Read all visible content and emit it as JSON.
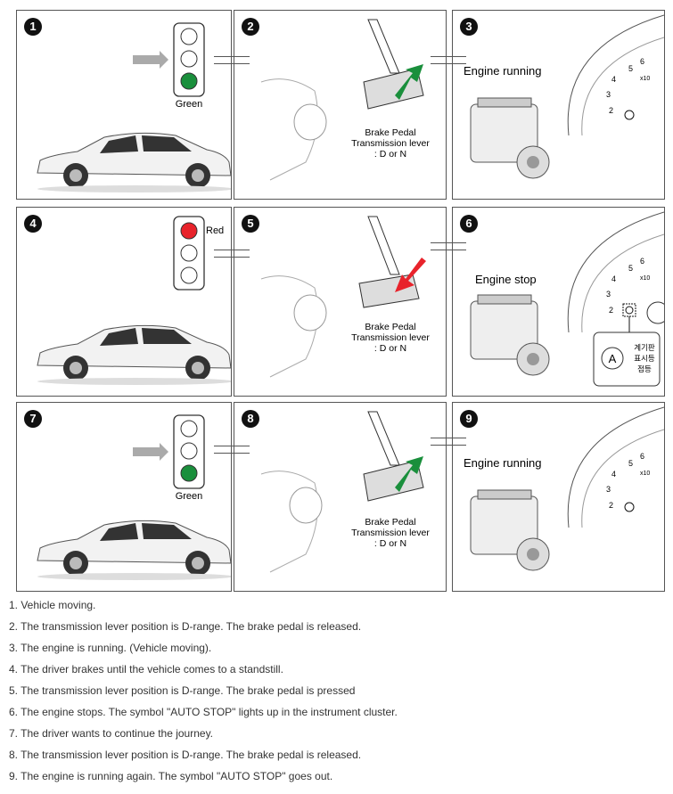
{
  "panels": [
    {
      "num": "1",
      "light_label": "Green"
    },
    {
      "num": "2",
      "pedal_label": [
        "Brake Pedal",
        "Transmission lever",
        ": D or N"
      ]
    },
    {
      "num": "3",
      "engine_label": "Engine running"
    },
    {
      "num": "4",
      "light_label": "Red"
    },
    {
      "num": "5",
      "pedal_label": [
        "Brake Pedal",
        "Transmission lever",
        ": D or N"
      ]
    },
    {
      "num": "6",
      "engine_label": "Engine stop",
      "auto_stop_korean": [
        "계기판",
        "표시등",
        "점등"
      ]
    },
    {
      "num": "7",
      "light_label": "Green"
    },
    {
      "num": "8",
      "pedal_label": [
        "Brake Pedal",
        "Transmission lever",
        ": D or N"
      ]
    },
    {
      "num": "9",
      "engine_label": "Engine running"
    }
  ],
  "gauge_ticks": [
    "2",
    "3",
    "4",
    "5",
    "6",
    "x10"
  ],
  "colors": {
    "green": "#1a8f3c",
    "red": "#e8232b",
    "arrow_gray": "#aaaaaa"
  },
  "captions": [
    "1. Vehicle moving.",
    "2. The transmission lever position is D-range. The brake pedal is released.",
    "3. The engine is running. (Vehicle moving).",
    "4. The driver brakes until the vehicle comes to a standstill.",
    "5. The transmission lever position is D-range. The brake pedal is pressed",
    "6. The engine stops. The symbol \"AUTO STOP\" lights up in the instrument cluster.",
    "7. The driver wants to continue the journey.",
    "8. The transmission lever position is D-range. The brake pedal is released.",
    "9. The engine is running again. The symbol \"AUTO STOP\" goes out."
  ]
}
